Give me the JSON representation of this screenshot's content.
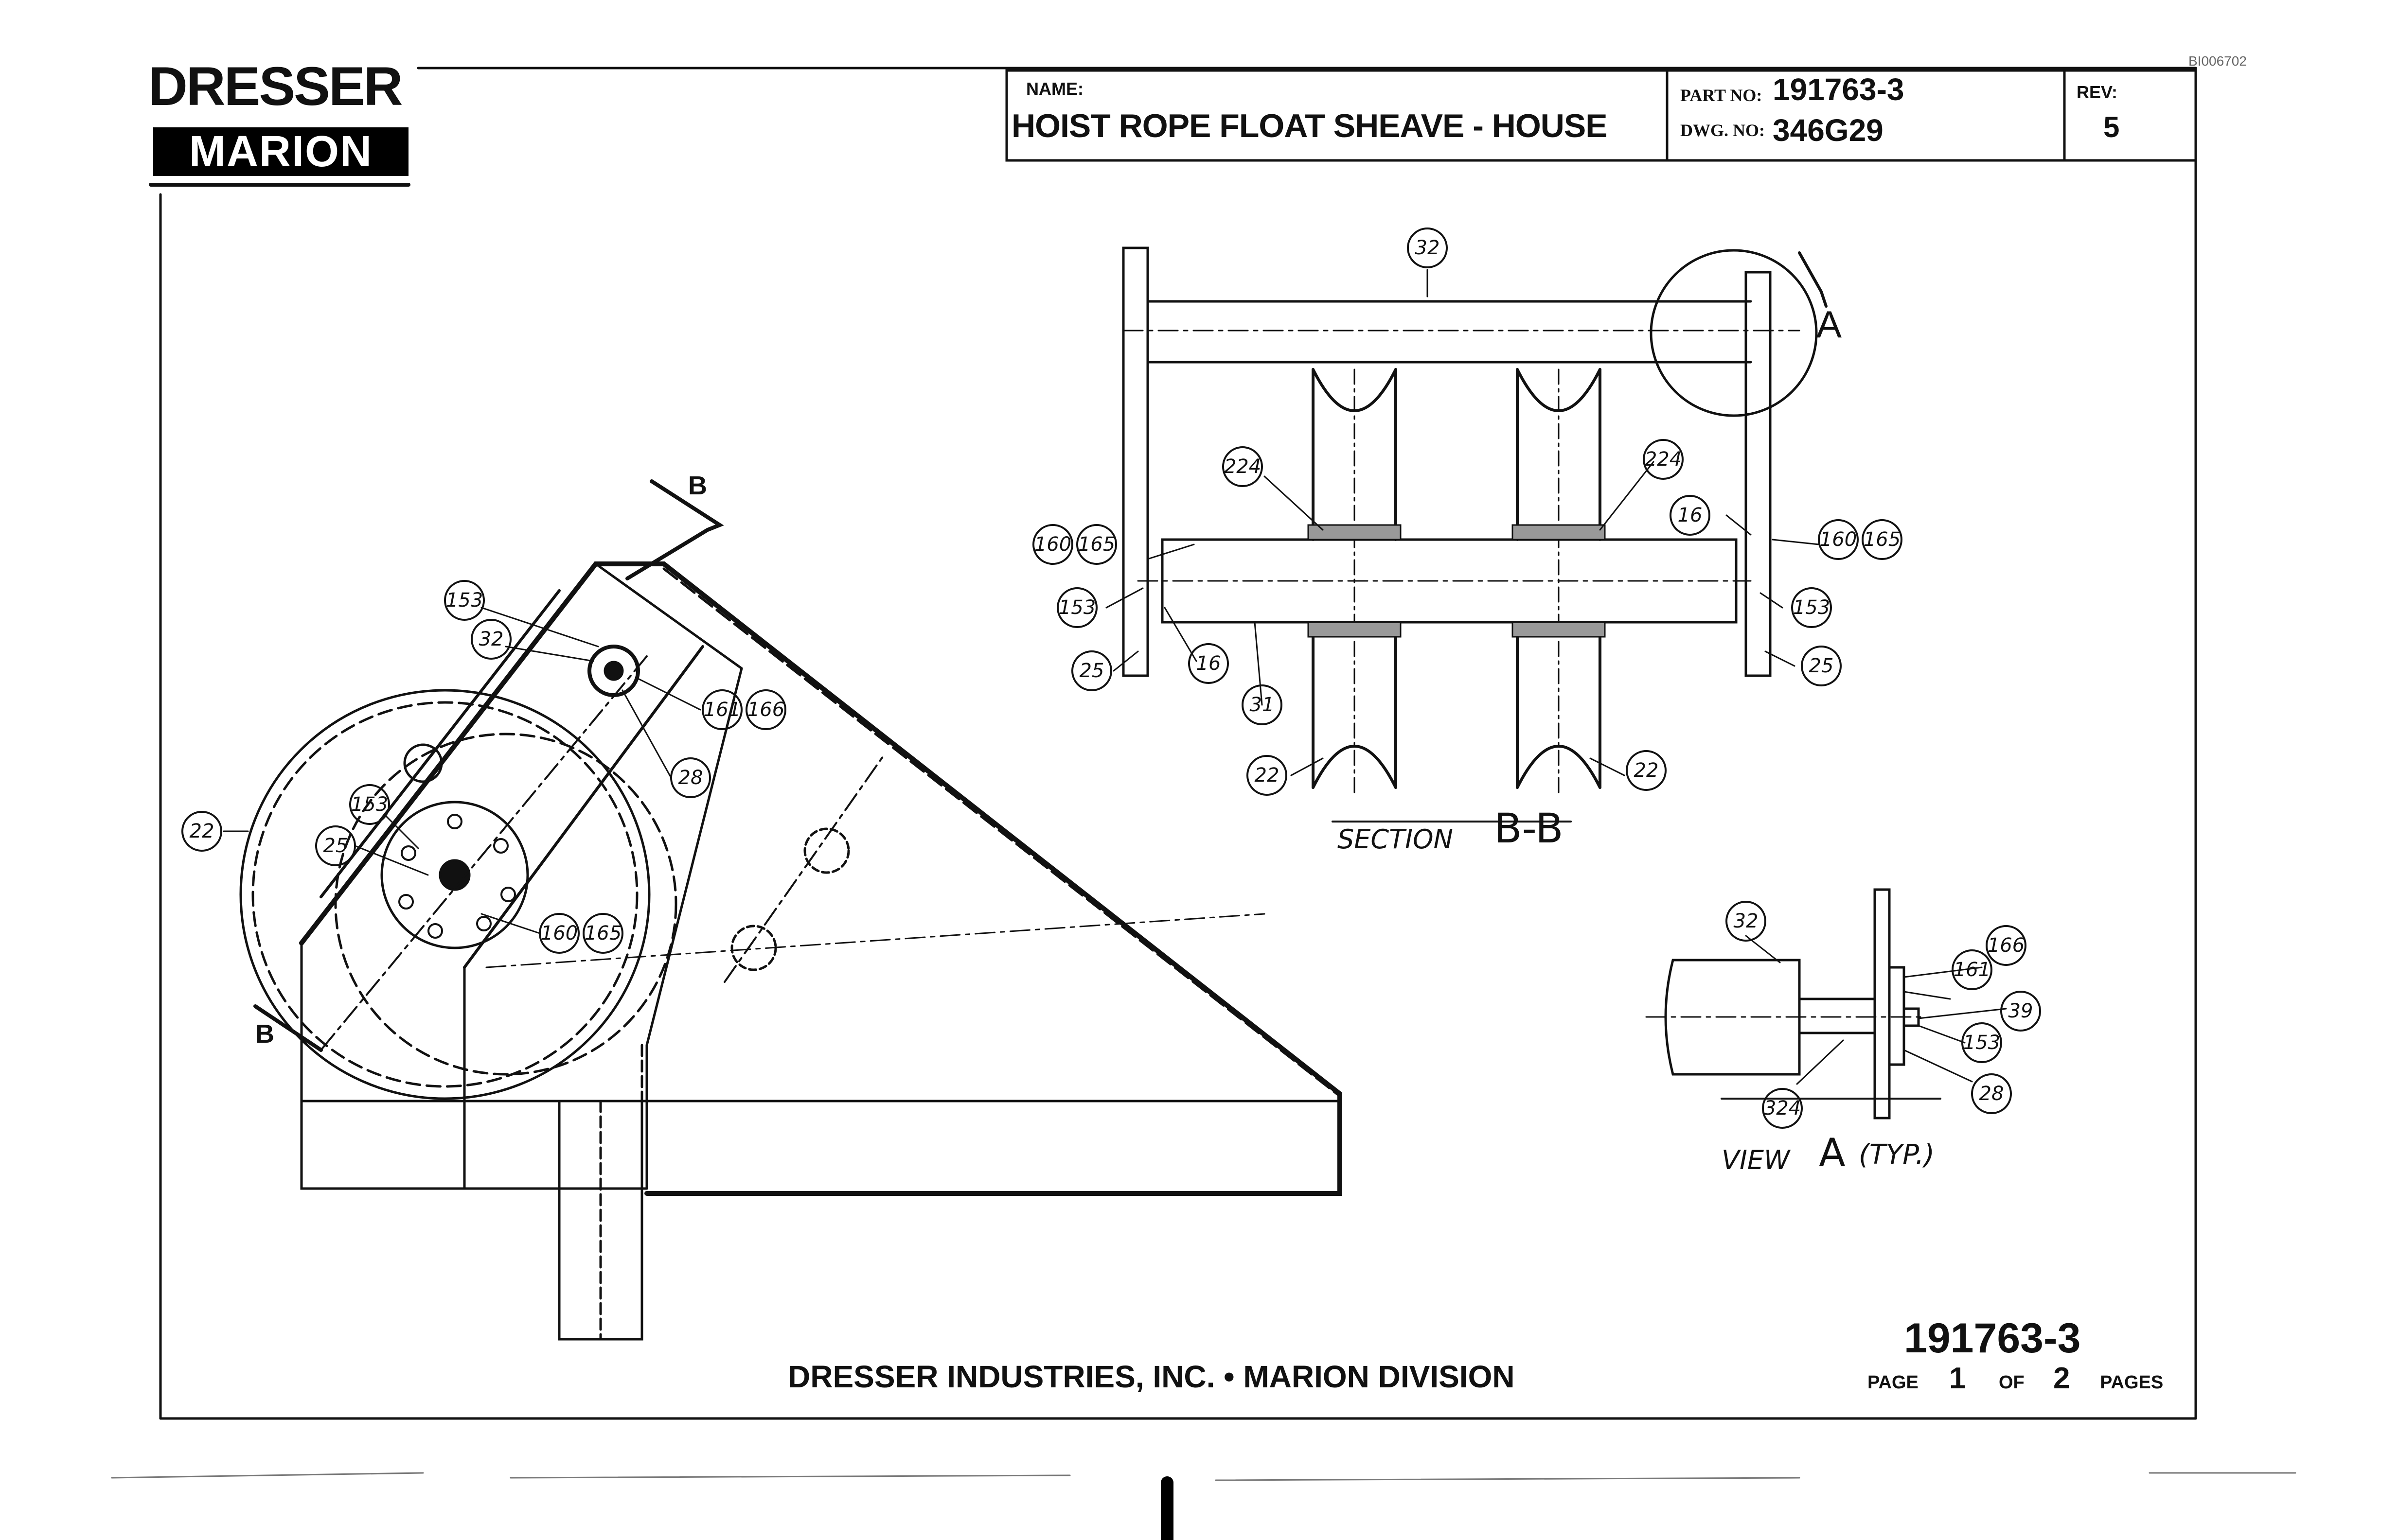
{
  "scan_id": "BI006702",
  "logo": {
    "top": "DRESSER",
    "bottom": "MARION"
  },
  "title_block": {
    "name_label": "NAME:",
    "name": "HOIST ROPE FLOAT SHEAVE - HOUSE",
    "part_label": "PART NO:",
    "part_no": "191763-3",
    "dwg_label": "DWG. NO:",
    "dwg_no": "346G29",
    "rev_label": "REV:",
    "rev": "5"
  },
  "section_title": {
    "word": "SECTION",
    "id": "B-B"
  },
  "view_title": {
    "word": "VIEW",
    "id": "A",
    "typ": "(TYP.)"
  },
  "view_marker": "A",
  "section_marker": "B",
  "callouts": [
    "153",
    "32",
    "161",
    "166",
    "28",
    "22",
    "153",
    "25",
    "160",
    "165",
    "32",
    "224",
    "224",
    "16",
    "160",
    "165",
    "160",
    "165",
    "153",
    "153",
    "25",
    "16",
    "31",
    "25",
    "22",
    "22",
    "32",
    "166",
    "161",
    "39",
    "153",
    "28",
    "324"
  ],
  "footer": {
    "company": "DRESSER INDUSTRIES, INC. • MARION DIVISION",
    "part_no": "191763-3",
    "page_word": "PAGE",
    "page": "1",
    "of_word": "OF",
    "pages": "2",
    "pages_word": "PAGES"
  }
}
